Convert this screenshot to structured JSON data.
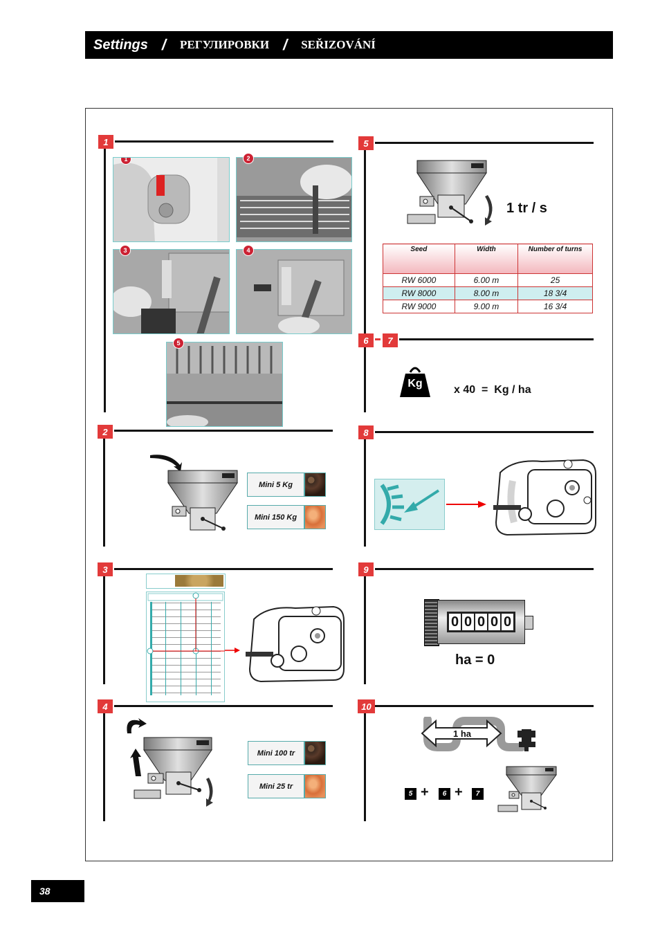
{
  "header": {
    "title_en": "Settings",
    "sep": "/",
    "title_ru": "РЕГУЛИРОВКИ",
    "title_cz": "SEŘIZOVÁNÍ"
  },
  "sections": {
    "s1": "1",
    "s2": "2",
    "s3": "3",
    "s4": "4",
    "s5": "5",
    "s6": "6",
    "s7": "7",
    "s8": "8",
    "s9": "9",
    "s10": "10"
  },
  "photo_numbers": [
    "1",
    "2",
    "3",
    "4",
    "5"
  ],
  "mini": {
    "m5": "Mini 5 Kg",
    "m150": "Mini 150 Kg",
    "m100": "Mini 100 tr",
    "m25": "Mini 25 tr"
  },
  "s5": {
    "rate": "1 tr / s"
  },
  "table": {
    "head": [
      "Seed",
      "Width",
      "Number of turns"
    ],
    "rows": [
      [
        "RW 6000",
        "6.00 m",
        "25"
      ],
      [
        "RW 8000",
        "8.00 m",
        "18 3/4"
      ],
      [
        "RW 9000",
        "9.00 m",
        "16 3/4"
      ]
    ]
  },
  "s67": {
    "kg": "Kg",
    "formula": "x 40  =  Kg / ha"
  },
  "s9": {
    "digits": [
      "0",
      "0",
      "0",
      "0",
      "0"
    ],
    "ha": "ha = 0"
  },
  "s10": {
    "ha_label": "1 ha",
    "n5": "5",
    "n6": "6",
    "n7": "7",
    "plus": "+"
  },
  "page_number": "38"
}
